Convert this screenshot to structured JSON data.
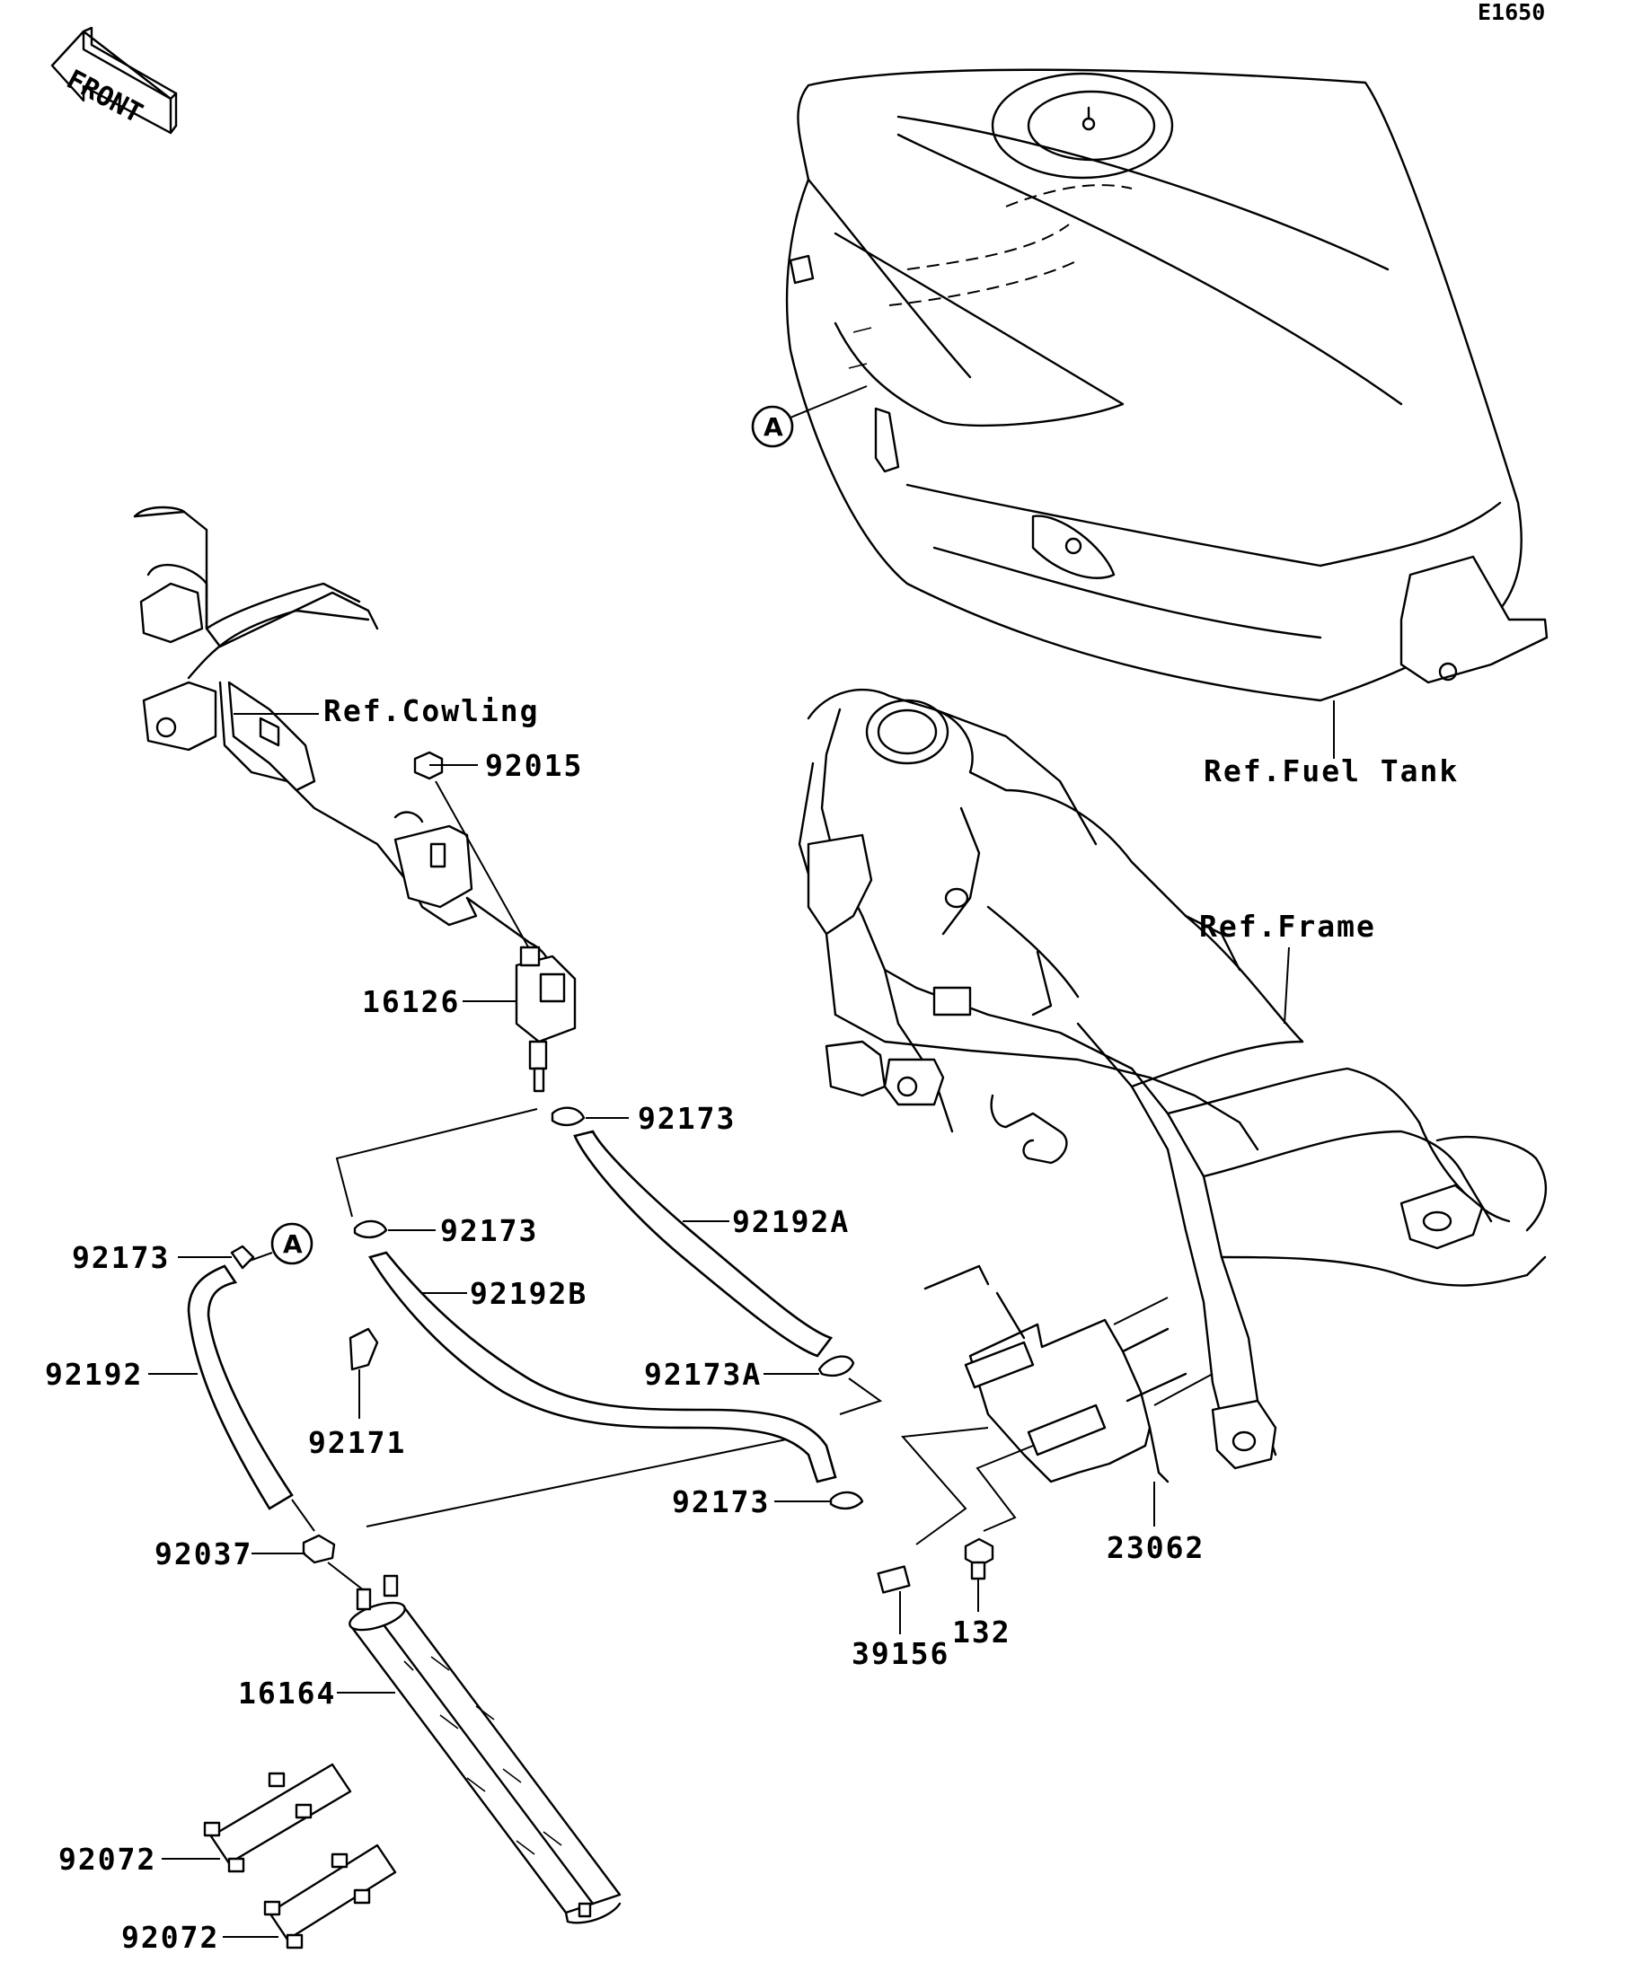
{
  "diagram_code": "E1650",
  "front_arrow": {
    "label": "FRONT",
    "icon": "front-direction-arrow-icon"
  },
  "references": {
    "cowling": "Ref.Cowling",
    "fuel_tank": "Ref.Fuel Tank",
    "frame": "Ref.Frame"
  },
  "connection_marker": "A",
  "parts": {
    "p92015": "92015",
    "p16126": "16126",
    "p92173_a": "92173",
    "p92173_b": "92173",
    "p92173_c": "92173",
    "p92173_d": "92173",
    "p92192A": "92192A",
    "p92192B": "92192B",
    "p92173A": "92173A",
    "p92192": "92192",
    "p92171": "92171",
    "p92037": "92037",
    "p16164": "16164",
    "p92072_a": "92072",
    "p92072_b": "92072",
    "p39156": "39156",
    "p132": "132",
    "p23062": "23062"
  }
}
